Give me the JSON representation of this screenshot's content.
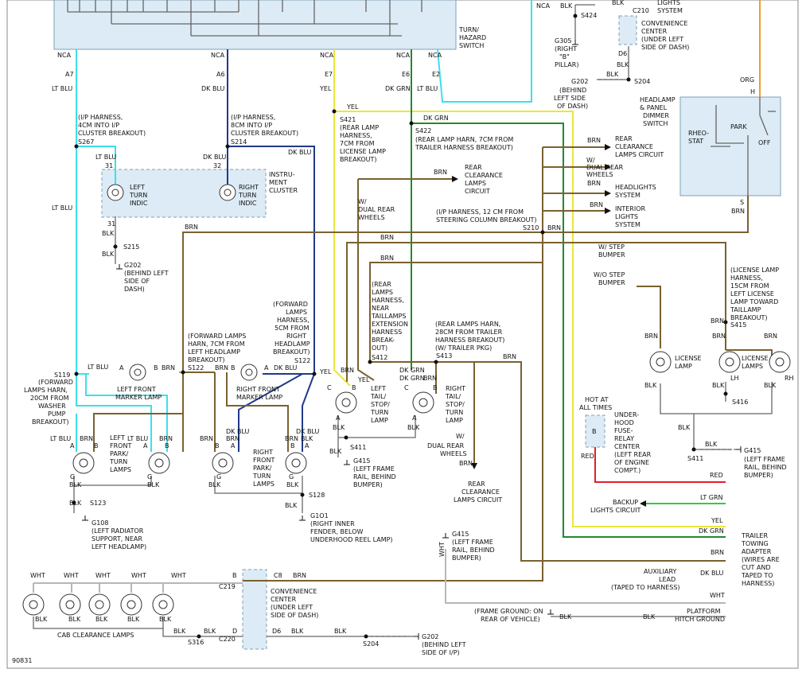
{
  "colors": {
    "lt_blu": "#3de0ea",
    "dk_blu": "#1f3a8a",
    "yel": "#e8e83a",
    "dk_grn": "#1f8a30",
    "lt_grn": "#33cc33",
    "brn": "#7a6130",
    "red": "#e0202a",
    "blk": "#666666",
    "wht": "#b7b7b7",
    "org": "#f29b30",
    "shade": "#dcebf5"
  },
  "labels": {
    "turn_hazard_switch": [
      "TURN/",
      "HAZARD",
      "SWITCH"
    ],
    "nca": "NCA",
    "a7": "A7",
    "a6": "A6",
    "e7": "E7",
    "e6": "E6",
    "e2": "E2",
    "lt_blu": "LT BLU",
    "dk_blu": "DK BLU",
    "yel": "YEL",
    "dk_grn": "DK GRN",
    "brn": "BRN",
    "blk": "BLK",
    "wht": "WHT",
    "org": "ORG",
    "red": "RED",
    "lt_grn": "LT GRN",
    "ip_harness_4cm": [
      "(I/P HARNESS,",
      "4CM INTO I/P",
      "CLUSTER BREAKOUT)"
    ],
    "s267": "S267",
    "ip_harness_8cm": [
      "(I/P HARNESS,",
      "8CM INTO I/P",
      "CLUSTER BREAKOUT)"
    ],
    "s214": "S214",
    "pin31": "31",
    "pin32": "32",
    "instrument_cluster": [
      "INSTRU-",
      "MENT",
      "CLUSTER"
    ],
    "left_turn_indic": [
      "LEFT",
      "TURN",
      "INDIC"
    ],
    "right_turn_indic": [
      "RIGHT",
      "TURN",
      "INDIC"
    ],
    "s215": "S215",
    "g202_dash": [
      "G202",
      "(BEHIND LEFT",
      "SIDE OF",
      "DASH)"
    ],
    "s421": "S421",
    "rear_lamp_harn_7cm_lic": [
      "(REAR LAMP",
      "HARNESS,",
      "7CM FROM",
      "LICENSE LAMP",
      "BREAKOUT)"
    ],
    "s422": "S422",
    "rear_lamp_harn_7cm_trl": [
      "(REAR LAMP HARN, 7CM FROM",
      "TRAILER HARNESS BREAKOUT)"
    ],
    "rear_clearance_1": [
      "REAR",
      "CLEARANCE",
      "LAMPS",
      "CIRCUIT"
    ],
    "w_dual_rear_wheels": [
      "W/",
      "DUAL REAR",
      "WHEELS"
    ],
    "ip_harness_12cm": [
      "(I/P HARNESS, 12 CM FROM",
      "STEERING COLUMN BREAKOUT)"
    ],
    "s210": "S210",
    "rear_clearance_2": [
      "REAR",
      "CLEARANCE",
      "LAMPS CIRCUIT"
    ],
    "w_dual_rear_2": [
      "W/",
      "DUAL REAR",
      "WHEELS"
    ],
    "headlights_system": [
      "HEADLIGHTS",
      "SYSTEM"
    ],
    "interior_lights_system": [
      "INTERIOR",
      "LIGHTS",
      "SYSTEM"
    ],
    "w_step_bumper": [
      "W/ STEP",
      "BUMPER"
    ],
    "wo_step_bumper": [
      "W/O STEP",
      "BUMPER"
    ],
    "license_lamp_harness": [
      "(LICENSE LAMP",
      "HARNESS,",
      "15CM FROM",
      "LEFT LICENSE",
      "LAMP TOWARD",
      "TAILLAMP",
      "BREAKOUT)"
    ],
    "s415": "S415",
    "license_lamp": [
      "LICENSE",
      "LAMP"
    ],
    "license_lamps": [
      "LICENSE",
      "LAMPS"
    ],
    "lh": "LH",
    "rh": "RH",
    "s416": "S416",
    "headlamp_dimmer": [
      "HEADLAMP",
      "& PANEL",
      "DIMMER",
      "SWITCH"
    ],
    "rheostat": [
      "RHEO-",
      "STAT"
    ],
    "park": "PARK",
    "off": "OFF",
    "pin_h": "H",
    "pin_s": "S",
    "s424": "S424",
    "g305": [
      "G305",
      "(RIGHT",
      "\"B\"",
      "PILLAR)"
    ],
    "c210": "C210",
    "convenience_center_top": [
      "CONVENIENCE",
      "CENTER",
      "(UNDER LEFT",
      "SIDE OF DASH)"
    ],
    "d6": "D6",
    "g202_top": "G202",
    "s204": "S204",
    "behind_left_dash": [
      "(BEHIND",
      "LEFT SIDE",
      "OF DASH)"
    ],
    "lights_system_top": [
      "LIGHTS",
      "SYSTEM"
    ],
    "forward_lamps_20cm": [
      "(FORWARD",
      "LAMPS HARN,",
      "20CM FROM",
      "WASHER",
      "PUMP",
      "BREAKOUT)"
    ],
    "s119": "S119",
    "left_front_marker": [
      "LEFT FRONT",
      "MARKER LAMP"
    ],
    "forward_lamps_7cm": [
      "(FORWARD LAMPS",
      "HARN, 7CM FROM",
      "LEFT HEADLAMP",
      "BREAKOUT)"
    ],
    "s122": "S122",
    "right_front_marker": [
      "RIGHT FRONT",
      "MARKER LAMP"
    ],
    "forward_lamps_5cm": [
      "(FORWARD",
      "LAMPS",
      "HARNESS,",
      "5CM FROM",
      "RIGHT",
      "HEADLAMP",
      "BREAKOUT)"
    ],
    "left_front_park": [
      "LEFT",
      "FRONT",
      "PARK/",
      "TURN",
      "LAMPS"
    ],
    "right_front_park": [
      "RIGHT",
      "FRONT",
      "PARK/",
      "TURN",
      "LAMPS"
    ],
    "s123": "S123",
    "g108": [
      "G108",
      "(LEFT RADIATOR",
      "SUPPORT, NEAR",
      "LEFT HEADLAMP)"
    ],
    "s128": "S128",
    "g101": [
      "G1O1",
      "(RIGHT INNER",
      "FENDER, BELOW",
      "UNDERHOOD REEL LAMP)"
    ],
    "rear_lamps_harness_ext": [
      "(REAR",
      "LAMPS",
      "HARNESS,",
      "NEAR",
      "TAILLAMPS",
      "EXTENSION",
      "HARNESS",
      "BREAK-",
      "OUT)"
    ],
    "s412": "S412",
    "rear_lamps_28cm": [
      "(REAR LAMPS HARN,",
      "28CM FROM TRAILER",
      "HARNESS BREAKOUT)",
      "(W/ TRAILER PKG)"
    ],
    "s413": "S413",
    "left_tail": [
      "LEFT",
      "TAIL/",
      "STOP/",
      "TURN",
      "LAMP"
    ],
    "right_tail": [
      "RIGHT",
      "TAIL/",
      "STOP/",
      "TURN",
      "LAMP"
    ],
    "s411": "S411",
    "g415_left": [
      "G415",
      "(LEFT FRAME",
      "RAIL, BEHIND",
      "BUMPER)"
    ],
    "w_dual_rear_3": [
      "W/",
      "DUAL REAR",
      "WHEELS"
    ],
    "rear_clearance_3": [
      "REAR",
      "CLEARANCE",
      "LAMPS CIRCUIT"
    ],
    "hot_at_all_times": [
      "HOT AT",
      "ALL TIMES"
    ],
    "underhood_fuse": [
      "UNDER-",
      "HOOD",
      "FUSE-",
      "RELAY",
      "CENTER",
      "(LEFT REAR",
      "OF ENGINE",
      "COMPT.)"
    ],
    "pin_b": "B",
    "g415_mid": [
      "G415",
      "(LEFT FRAME",
      "RAIL, BEHIND",
      "BUMPER)"
    ],
    "g415_right": [
      "G415",
      "(LEFT FRAME",
      "RAIL, BEHIND",
      "BUMPER)"
    ],
    "backup_lights": [
      "BACKUP",
      "LIGHTS CIRCUIT"
    ],
    "trailer_towing": [
      "TRAILER",
      "TOWING",
      "ADAPTER",
      "(WIRES ARE",
      "CUT AND",
      "TAPED TO",
      "HARNESS)"
    ],
    "auxiliary_lead": [
      "AUXILIARY",
      "LEAD",
      "(TAPED TO HARNESS)"
    ],
    "frame_ground": [
      "(FRAME GROUND: ON",
      "REAR OF VEHICLE)"
    ],
    "platform_hitch": [
      "PLATFORM",
      "HITCH GROUND"
    ],
    "cab_clearance": "CAB CLEARANCE LAMPS",
    "c219": "C219",
    "c8": "C8",
    "c220": "C220",
    "convenience_center_bottom": [
      "CONVENIENCE",
      "CENTER",
      "(UNDER LEFT",
      "SIDE OF DASH)"
    ],
    "s316": "S316",
    "s204_bottom": "S204",
    "g202_bottom": [
      "G202",
      "(BEHIND LEFT",
      "SIDE OF I/P)"
    ],
    "figure_number": "90831",
    "pin_a": "A",
    "pin_c": "C",
    "pin_g": "G",
    "pin_d": "D"
  }
}
